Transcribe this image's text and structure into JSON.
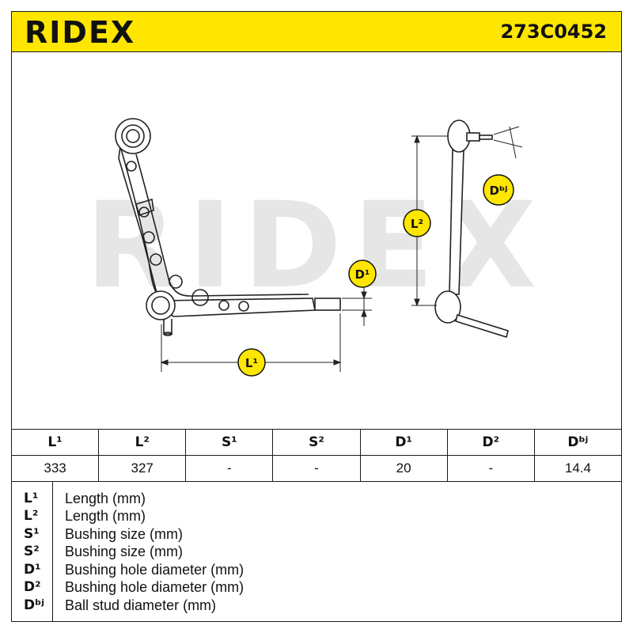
{
  "header": {
    "brand": "RIDEX",
    "part_number": "273C0452"
  },
  "drawing": {
    "watermark": "RIDEX",
    "badges": {
      "l1": "L¹",
      "l2": "L²",
      "d1": "D¹",
      "dbj": "Dᵇʲ"
    },
    "badge_color": "#ffe600"
  },
  "spec_table": {
    "headers": [
      "L¹",
      "L²",
      "S¹",
      "S²",
      "D¹",
      "D²",
      "Dᵇʲ"
    ],
    "values": [
      "333",
      "327",
      "-",
      "-",
      "20",
      "-",
      "14.4"
    ]
  },
  "legend": [
    {
      "symbol": "L¹",
      "description": "Length (mm)"
    },
    {
      "symbol": "L²",
      "description": "Length (mm)"
    },
    {
      "symbol": "S¹",
      "description": "Bushing size (mm)"
    },
    {
      "symbol": "S²",
      "description": "Bushing size (mm)"
    },
    {
      "symbol": "D¹",
      "description": "Bushing hole diameter (mm)"
    },
    {
      "symbol": "D²",
      "description": "Bushing hole diameter (mm)"
    },
    {
      "symbol": "Dᵇʲ",
      "description": "Ball stud diameter (mm)"
    }
  ]
}
